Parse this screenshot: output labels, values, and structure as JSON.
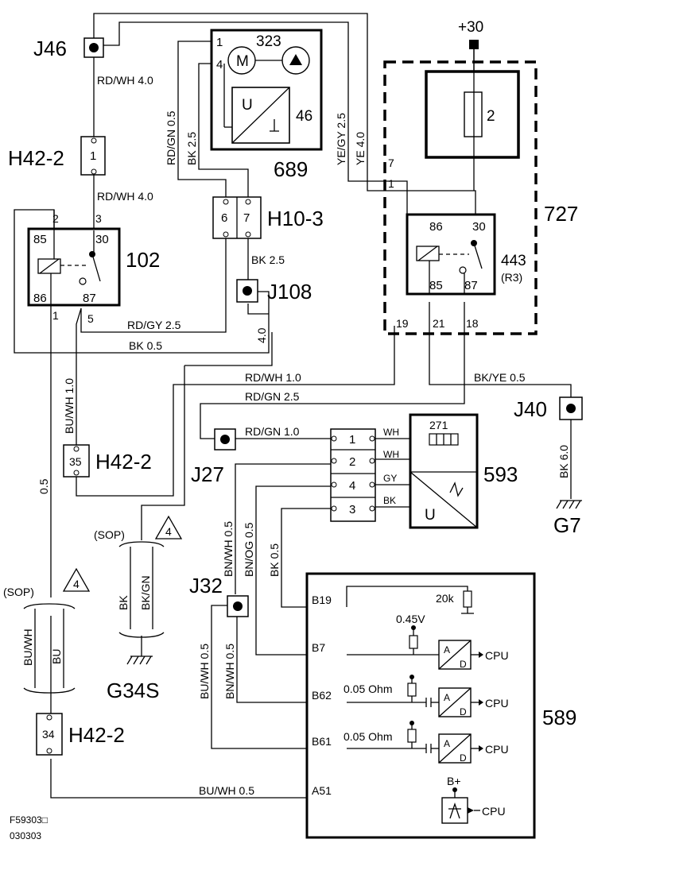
{
  "components": {
    "j46": "J46",
    "h42_top": "H42-2",
    "h42_top_pin": "1",
    "h42_35": "H42-2",
    "h42_35_pin": "35",
    "h42_34": "H42-2",
    "h42_34_pin": "34",
    "relay102": "102",
    "unit689": "689",
    "pump323": "323",
    "unit46": "46",
    "h10": "H10-3",
    "h10_pin6": "6",
    "h10_pin7": "7",
    "j108": "J108",
    "box727": "727",
    "fuse_num": "2",
    "relay443": "443",
    "relay443_sub": "(R3)",
    "j40": "J40",
    "g7": "G7",
    "j27": "J27",
    "c271": "271",
    "c593": "593",
    "j32": "J32",
    "g34s": "G34S",
    "ecu589": "589",
    "plus30": "+30",
    "motor": "M",
    "u": "U",
    "ad": "A",
    "dd": "D"
  },
  "wires": {
    "rdwh40_a": "RD/WH 4.0",
    "rdwh40_b": "RD/WH 4.0",
    "rdgn05": "RD/GN 0.5",
    "bk25_v": "BK  2.5",
    "yegy25": "YE/GY  2.5",
    "ye40": "YE  4.0",
    "bk25": "BK  2.5",
    "rdgy25": "RD/GY  2.5",
    "bk05": "BK  0.5",
    "w40": "4.0",
    "rdwh10": "RD/WH 1.0",
    "bkye05": "BK/YE    0.5",
    "rdgn25": "RD/GN  2.5",
    "rdgn10": "RD/GN  1.0",
    "buwh10": "BU/WH 1.0",
    "w05": "0.5",
    "bk60": "BK  6.0",
    "wh1": "WH",
    "wh2": "WH",
    "gy": "GY",
    "bk": "BK",
    "bnwh05": "BN/WH 0.5",
    "bnog05": "BN/OG 0.5",
    "bk05_v": "BK  0.5",
    "bk_sop": "BK",
    "bkgn_sop": "BK/GN",
    "buwh_sop": "BU/WH",
    "bu_sop": "BU",
    "buwh05_v": "BU/WH  0.5",
    "bnwh05_v": "BN/WH  0.5",
    "buwh05_h": "BU/WH  0.5"
  },
  "pins": {
    "r102": {
      "p2": "2",
      "p3": "3",
      "p85": "85",
      "p30": "30",
      "p86": "86",
      "p87": "87",
      "p1": "1",
      "p5": "5"
    },
    "u689": {
      "p1": "1",
      "p4": "4"
    },
    "r443": {
      "p7": "7",
      "p1": "1",
      "p86": "86",
      "p30": "30",
      "p85": "85",
      "p87": "87",
      "p19": "19",
      "p21": "21",
      "p18": "18"
    },
    "conn593": {
      "p1": "1",
      "p2": "2",
      "p4": "4",
      "p3": "3"
    },
    "ecu589": {
      "b19": "B19",
      "b7": "B7",
      "b62": "B62",
      "b61": "B61",
      "a51": "A51"
    }
  },
  "ecu": {
    "r20k": "20k",
    "v045": "0.45V",
    "ohm1": "0.05 Ohm",
    "ohm2": "0.05 Ohm",
    "cpu1": "CPU",
    "cpu2": "CPU",
    "cpu3": "CPU",
    "cpu4": "CPU",
    "bplus": "B+"
  },
  "notes": {
    "sop1": "(SOP)",
    "sop2": "(SOP)",
    "tri1": "4",
    "tri2": "4"
  },
  "footer": {
    "line1": "F59303□",
    "line2": "030303"
  }
}
